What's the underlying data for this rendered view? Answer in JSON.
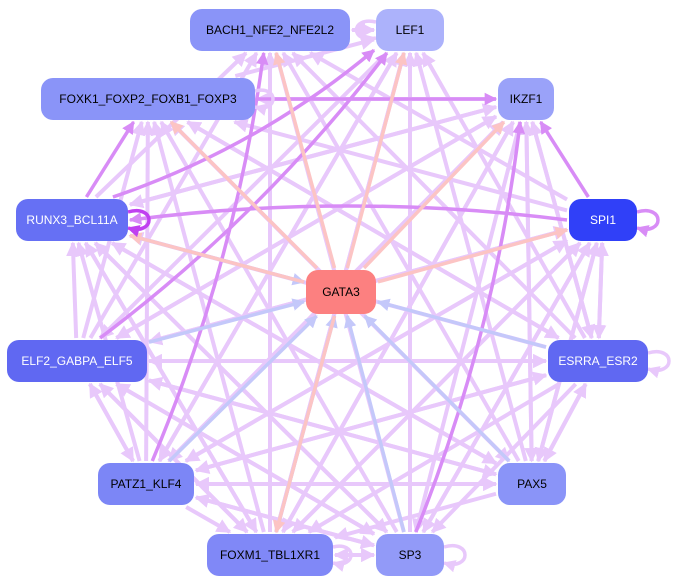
{
  "title": "Regulatory network around GATA3",
  "colors": {
    "edge_default": "#e8c8fb",
    "edge_strong": "#d88cf6",
    "edge_selfloop_strong": "#c040f0",
    "edge_to_gata3_in": "#c4c8fa",
    "edge_from_gata3_out": "#fcc4c4"
  },
  "nodes": [
    {
      "id": "BACH1_NFE2_NFE2L2",
      "label": "BACH1_NFE2_NFE2L2",
      "fill": "#8a94f8",
      "text": "#000000"
    },
    {
      "id": "LEF1",
      "label": "LEF1",
      "fill": "#acb2fb",
      "text": "#000000"
    },
    {
      "id": "FOXK1_FOXP2_FOXB1_FOXP3",
      "label": "FOXK1_FOXP2_FOXB1_FOXP3",
      "fill": "#8a94f8",
      "text": "#000000"
    },
    {
      "id": "IKZF1",
      "label": "IKZF1",
      "fill": "#9aa2f9",
      "text": "#000000"
    },
    {
      "id": "RUNX3_BCL11A",
      "label": "RUNX3_BCL11A",
      "fill": "#6670f4",
      "text": "#ffffff"
    },
    {
      "id": "SPI1",
      "label": "SPI1",
      "fill": "#3040f8",
      "text": "#ffffff"
    },
    {
      "id": "GATA3",
      "label": "GATA3",
      "fill": "#fc8080",
      "text": "#000000"
    },
    {
      "id": "ELF2_GABPA_ELF5",
      "label": "ELF2_GABPA_ELF5",
      "fill": "#6068f2",
      "text": "#ffffff"
    },
    {
      "id": "ESRRA_ESR2",
      "label": "ESRRA_ESR2",
      "fill": "#6068f2",
      "text": "#ffffff"
    },
    {
      "id": "PATZ1_KLF4",
      "label": "PATZ1_KLF4",
      "fill": "#7c86f6",
      "text": "#000000"
    },
    {
      "id": "PAX5",
      "label": "PAX5",
      "fill": "#8a94f8",
      "text": "#000000"
    },
    {
      "id": "FOXM1_TBL1XR1",
      "label": "FOXM1_TBL1XR1",
      "fill": "#8088f7",
      "text": "#000000"
    },
    {
      "id": "SP3",
      "label": "SP3",
      "fill": "#929af8",
      "text": "#000000"
    }
  ],
  "self_loops": [
    {
      "node": "LEF1",
      "kind": "default"
    },
    {
      "node": "RUNX3_BCL11A",
      "kind": "selfloop_strong"
    },
    {
      "node": "SPI1",
      "kind": "strong"
    },
    {
      "node": "ESRRA_ESR2",
      "kind": "default"
    },
    {
      "node": "SP3",
      "kind": "default"
    },
    {
      "node": "FOXK1_FOXP2_FOXB1_FOXP3",
      "kind": "default"
    },
    {
      "node": "FOXM1_TBL1XR1",
      "kind": "default"
    }
  ],
  "edges": [
    {
      "from": "GATA3",
      "to": "LEF1",
      "kind": "from_gata3_out"
    },
    {
      "from": "GATA3",
      "to": "BACH1_NFE2_NFE2L2",
      "kind": "from_gata3_out"
    },
    {
      "from": "GATA3",
      "to": "FOXK1_FOXP2_FOXB1_FOXP3",
      "kind": "from_gata3_out"
    },
    {
      "from": "GATA3",
      "to": "IKZF1",
      "kind": "from_gata3_out"
    },
    {
      "from": "GATA3",
      "to": "SPI1",
      "kind": "from_gata3_out"
    },
    {
      "from": "GATA3",
      "to": "RUNX3_BCL11A",
      "kind": "from_gata3_out"
    },
    {
      "from": "GATA3",
      "to": "FOXM1_TBL1XR1",
      "kind": "from_gata3_out"
    },
    {
      "from": "ELF2_GABPA_ELF5",
      "to": "GATA3",
      "kind": "to_gata3_in"
    },
    {
      "from": "ESRRA_ESR2",
      "to": "GATA3",
      "kind": "to_gata3_in"
    },
    {
      "from": "PATZ1_KLF4",
      "to": "GATA3",
      "kind": "to_gata3_in"
    },
    {
      "from": "PAX5",
      "to": "GATA3",
      "kind": "to_gata3_in"
    },
    {
      "from": "SP3",
      "to": "GATA3",
      "kind": "to_gata3_in"
    },
    {
      "from": "FOXM1_TBL1XR1",
      "to": "GATA3",
      "kind": "to_gata3_in"
    },
    {
      "from": "RUNX3_BCL11A",
      "to": "GATA3",
      "kind": "to_gata3_in"
    },
    {
      "from": "SPI1",
      "to": "IKZF1",
      "kind": "strong"
    },
    {
      "from": "SPI1",
      "to": "RUNX3_BCL11A",
      "kind": "strong"
    },
    {
      "from": "RUNX3_BCL11A",
      "to": "FOXK1_FOXP2_FOXB1_FOXP3",
      "kind": "strong"
    },
    {
      "from": "RUNX3_BCL11A",
      "to": "LEF1",
      "kind": "strong"
    },
    {
      "from": "ELF2_GABPA_ELF5",
      "to": "LEF1",
      "kind": "strong"
    },
    {
      "from": "FOXK1_FOXP2_FOXB1_FOXP3",
      "to": "IKZF1",
      "kind": "strong"
    },
    {
      "from": "PATZ1_KLF4",
      "to": "BACH1_NFE2_NFE2L2",
      "kind": "strong"
    },
    {
      "from": "SP3",
      "to": "IKZF1",
      "kind": "strong"
    },
    {
      "from": "ESRRA_ESR2",
      "to": "SPI1",
      "kind": "default"
    },
    {
      "from": "PAX5",
      "to": "SPI1",
      "kind": "default"
    },
    {
      "from": "SP3",
      "to": "SPI1",
      "kind": "default"
    },
    {
      "from": "FOXM1_TBL1XR1",
      "to": "SPI1",
      "kind": "default"
    },
    {
      "from": "PATZ1_KLF4",
      "to": "SPI1",
      "kind": "default"
    },
    {
      "from": "ELF2_GABPA_ELF5",
      "to": "SPI1",
      "kind": "default"
    },
    {
      "from": "RUNX3_BCL11A",
      "to": "IKZF1",
      "kind": "default"
    },
    {
      "from": "ELF2_GABPA_ELF5",
      "to": "IKZF1",
      "kind": "default"
    },
    {
      "from": "PATZ1_KLF4",
      "to": "IKZF1",
      "kind": "default"
    },
    {
      "from": "FOXM1_TBL1XR1",
      "to": "IKZF1",
      "kind": "default"
    },
    {
      "from": "PAX5",
      "to": "IKZF1",
      "kind": "default"
    },
    {
      "from": "ESRRA_ESR2",
      "to": "IKZF1",
      "kind": "default"
    },
    {
      "from": "ESRRA_ESR2",
      "to": "LEF1",
      "kind": "default"
    },
    {
      "from": "PAX5",
      "to": "LEF1",
      "kind": "default"
    },
    {
      "from": "SP3",
      "to": "LEF1",
      "kind": "default"
    },
    {
      "from": "FOXM1_TBL1XR1",
      "to": "LEF1",
      "kind": "default"
    },
    {
      "from": "PATZ1_KLF4",
      "to": "LEF1",
      "kind": "default"
    },
    {
      "from": "FOXK1_FOXP2_FOXB1_FOXP3",
      "to": "LEF1",
      "kind": "default"
    },
    {
      "from": "BACH1_NFE2_NFE2L2",
      "to": "LEF1",
      "kind": "default"
    },
    {
      "from": "LEF1",
      "to": "BACH1_NFE2_NFE2L2",
      "kind": "default"
    },
    {
      "from": "SPI1",
      "to": "BACH1_NFE2_NFE2L2",
      "kind": "default"
    },
    {
      "from": "ESRRA_ESR2",
      "to": "BACH1_NFE2_NFE2L2",
      "kind": "default"
    },
    {
      "from": "PAX5",
      "to": "BACH1_NFE2_NFE2L2",
      "kind": "default"
    },
    {
      "from": "SP3",
      "to": "BACH1_NFE2_NFE2L2",
      "kind": "default"
    },
    {
      "from": "FOXM1_TBL1XR1",
      "to": "BACH1_NFE2_NFE2L2",
      "kind": "default"
    },
    {
      "from": "ELF2_GABPA_ELF5",
      "to": "BACH1_NFE2_NFE2L2",
      "kind": "default"
    },
    {
      "from": "RUNX3_BCL11A",
      "to": "BACH1_NFE2_NFE2L2",
      "kind": "default"
    },
    {
      "from": "IKZF1",
      "to": "FOXK1_FOXP2_FOXB1_FOXP3",
      "kind": "default"
    },
    {
      "from": "SPI1",
      "to": "FOXK1_FOXP2_FOXB1_FOXP3",
      "kind": "default"
    },
    {
      "from": "ESRRA_ESR2",
      "to": "FOXK1_FOXP2_FOXB1_FOXP3",
      "kind": "default"
    },
    {
      "from": "PAX5",
      "to": "FOXK1_FOXP2_FOXB1_FOXP3",
      "kind": "default"
    },
    {
      "from": "SP3",
      "to": "FOXK1_FOXP2_FOXB1_FOXP3",
      "kind": "default"
    },
    {
      "from": "FOXM1_TBL1XR1",
      "to": "FOXK1_FOXP2_FOXB1_FOXP3",
      "kind": "default"
    },
    {
      "from": "PATZ1_KLF4",
      "to": "FOXK1_FOXP2_FOXB1_FOXP3",
      "kind": "default"
    },
    {
      "from": "ELF2_GABPA_ELF5",
      "to": "FOXK1_FOXP2_FOXB1_FOXP3",
      "kind": "default"
    },
    {
      "from": "SPI1",
      "to": "ELF2_GABPA_ELF5",
      "kind": "default"
    },
    {
      "from": "IKZF1",
      "to": "ELF2_GABPA_ELF5",
      "kind": "default"
    },
    {
      "from": "LEF1",
      "to": "ELF2_GABPA_ELF5",
      "kind": "default"
    },
    {
      "from": "ESRRA_ESR2",
      "to": "ELF2_GABPA_ELF5",
      "kind": "default"
    },
    {
      "from": "PAX5",
      "to": "ELF2_GABPA_ELF5",
      "kind": "default"
    },
    {
      "from": "SP3",
      "to": "ELF2_GABPA_ELF5",
      "kind": "default"
    },
    {
      "from": "FOXM1_TBL1XR1",
      "to": "ELF2_GABPA_ELF5",
      "kind": "default"
    },
    {
      "from": "PATZ1_KLF4",
      "to": "ELF2_GABPA_ELF5",
      "kind": "default"
    },
    {
      "from": "SPI1",
      "to": "PATZ1_KLF4",
      "kind": "default"
    },
    {
      "from": "IKZF1",
      "to": "PATZ1_KLF4",
      "kind": "default"
    },
    {
      "from": "ESRRA_ESR2",
      "to": "PATZ1_KLF4",
      "kind": "default"
    },
    {
      "from": "PAX5",
      "to": "PATZ1_KLF4",
      "kind": "default"
    },
    {
      "from": "SP3",
      "to": "PATZ1_KLF4",
      "kind": "default"
    },
    {
      "from": "LEF1",
      "to": "PATZ1_KLF4",
      "kind": "default"
    },
    {
      "from": "ELF2_GABPA_ELF5",
      "to": "PATZ1_KLF4",
      "kind": "default"
    },
    {
      "from": "SPI1",
      "to": "FOXM1_TBL1XR1",
      "kind": "default"
    },
    {
      "from": "IKZF1",
      "to": "FOXM1_TBL1XR1",
      "kind": "default"
    },
    {
      "from": "ESRRA_ESR2",
      "to": "FOXM1_TBL1XR1",
      "kind": "default"
    },
    {
      "from": "PAX5",
      "to": "FOXM1_TBL1XR1",
      "kind": "default"
    },
    {
      "from": "SP3",
      "to": "FOXM1_TBL1XR1",
      "kind": "default"
    },
    {
      "from": "PATZ1_KLF4",
      "to": "FOXM1_TBL1XR1",
      "kind": "default"
    },
    {
      "from": "LEF1",
      "to": "FOXM1_TBL1XR1",
      "kind": "default"
    },
    {
      "from": "ELF2_GABPA_ELF5",
      "to": "FOXM1_TBL1XR1",
      "kind": "default"
    },
    {
      "from": "RUNX3_BCL11A",
      "to": "FOXM1_TBL1XR1",
      "kind": "default"
    },
    {
      "from": "SPI1",
      "to": "SP3",
      "kind": "default"
    },
    {
      "from": "IKZF1",
      "to": "SP3",
      "kind": "default"
    },
    {
      "from": "ESRRA_ESR2",
      "to": "SP3",
      "kind": "default"
    },
    {
      "from": "PATZ1_KLF4",
      "to": "SP3",
      "kind": "default"
    },
    {
      "from": "ELF2_GABPA_ELF5",
      "to": "SP3",
      "kind": "default"
    },
    {
      "from": "RUNX3_BCL11A",
      "to": "SP3",
      "kind": "default"
    },
    {
      "from": "FOXM1_TBL1XR1",
      "to": "SP3",
      "kind": "default"
    },
    {
      "from": "SPI1",
      "to": "PAX5",
      "kind": "default"
    },
    {
      "from": "IKZF1",
      "to": "PAX5",
      "kind": "default"
    },
    {
      "from": "ESRRA_ESR2",
      "to": "PAX5",
      "kind": "default"
    },
    {
      "from": "ELF2_GABPA_ELF5",
      "to": "PAX5",
      "kind": "default"
    },
    {
      "from": "RUNX3_BCL11A",
      "to": "PAX5",
      "kind": "default"
    },
    {
      "from": "PATZ1_KLF4",
      "to": "PAX5",
      "kind": "default"
    },
    {
      "from": "FOXK1_FOXP2_FOXB1_FOXP3",
      "to": "PAX5",
      "kind": "default"
    },
    {
      "from": "SPI1",
      "to": "ESRRA_ESR2",
      "kind": "default"
    },
    {
      "from": "IKZF1",
      "to": "ESRRA_ESR2",
      "kind": "default"
    },
    {
      "from": "PAX5",
      "to": "ESRRA_ESR2",
      "kind": "default"
    },
    {
      "from": "ELF2_GABPA_ELF5",
      "to": "ESRRA_ESR2",
      "kind": "default"
    },
    {
      "from": "PATZ1_KLF4",
      "to": "ESRRA_ESR2",
      "kind": "default"
    },
    {
      "from": "FOXK1_FOXP2_FOXB1_FOXP3",
      "to": "ESRRA_ESR2",
      "kind": "default"
    },
    {
      "from": "ESRRA_ESR2",
      "to": "RUNX3_BCL11A",
      "kind": "default"
    },
    {
      "from": "PAX5",
      "to": "RUNX3_BCL11A",
      "kind": "default"
    },
    {
      "from": "SP3",
      "to": "RUNX3_BCL11A",
      "kind": "default"
    },
    {
      "from": "FOXM1_TBL1XR1",
      "to": "RUNX3_BCL11A",
      "kind": "default"
    },
    {
      "from": "PATZ1_KLF4",
      "to": "RUNX3_BCL11A",
      "kind": "default"
    },
    {
      "from": "ELF2_GABPA_ELF5",
      "to": "RUNX3_BCL11A",
      "kind": "default"
    },
    {
      "from": "IKZF1",
      "to": "RUNX3_BCL11A",
      "kind": "default"
    }
  ]
}
